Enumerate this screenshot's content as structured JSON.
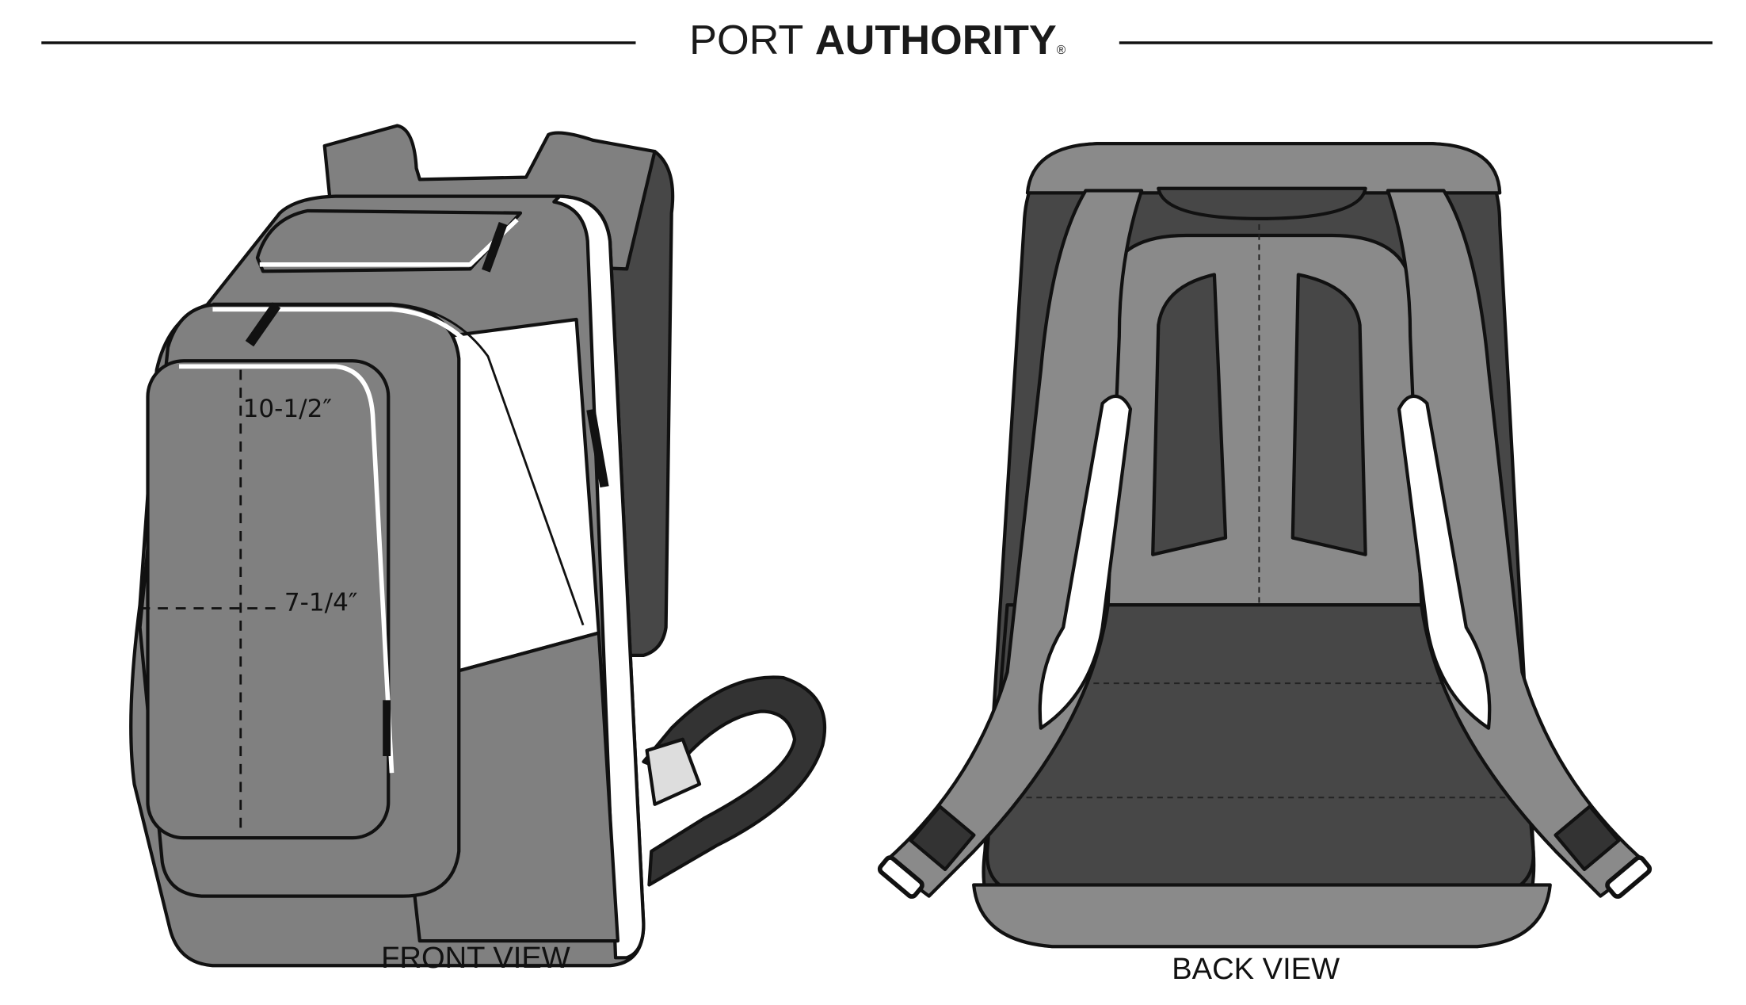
{
  "header": {
    "brand_light": "PORT",
    "brand_bold": "AUTHORITY",
    "registered_mark": "®"
  },
  "front_view": {
    "caption": "FRONT VIEW",
    "height_dimension": "10-1/2″",
    "width_dimension": "7-1/4″"
  },
  "back_view": {
    "caption": "BACK VIEW"
  },
  "colors": {
    "body_grey": "#808080",
    "dark_grey": "#474747",
    "outline": "#111111",
    "trim": "#ffffff"
  }
}
